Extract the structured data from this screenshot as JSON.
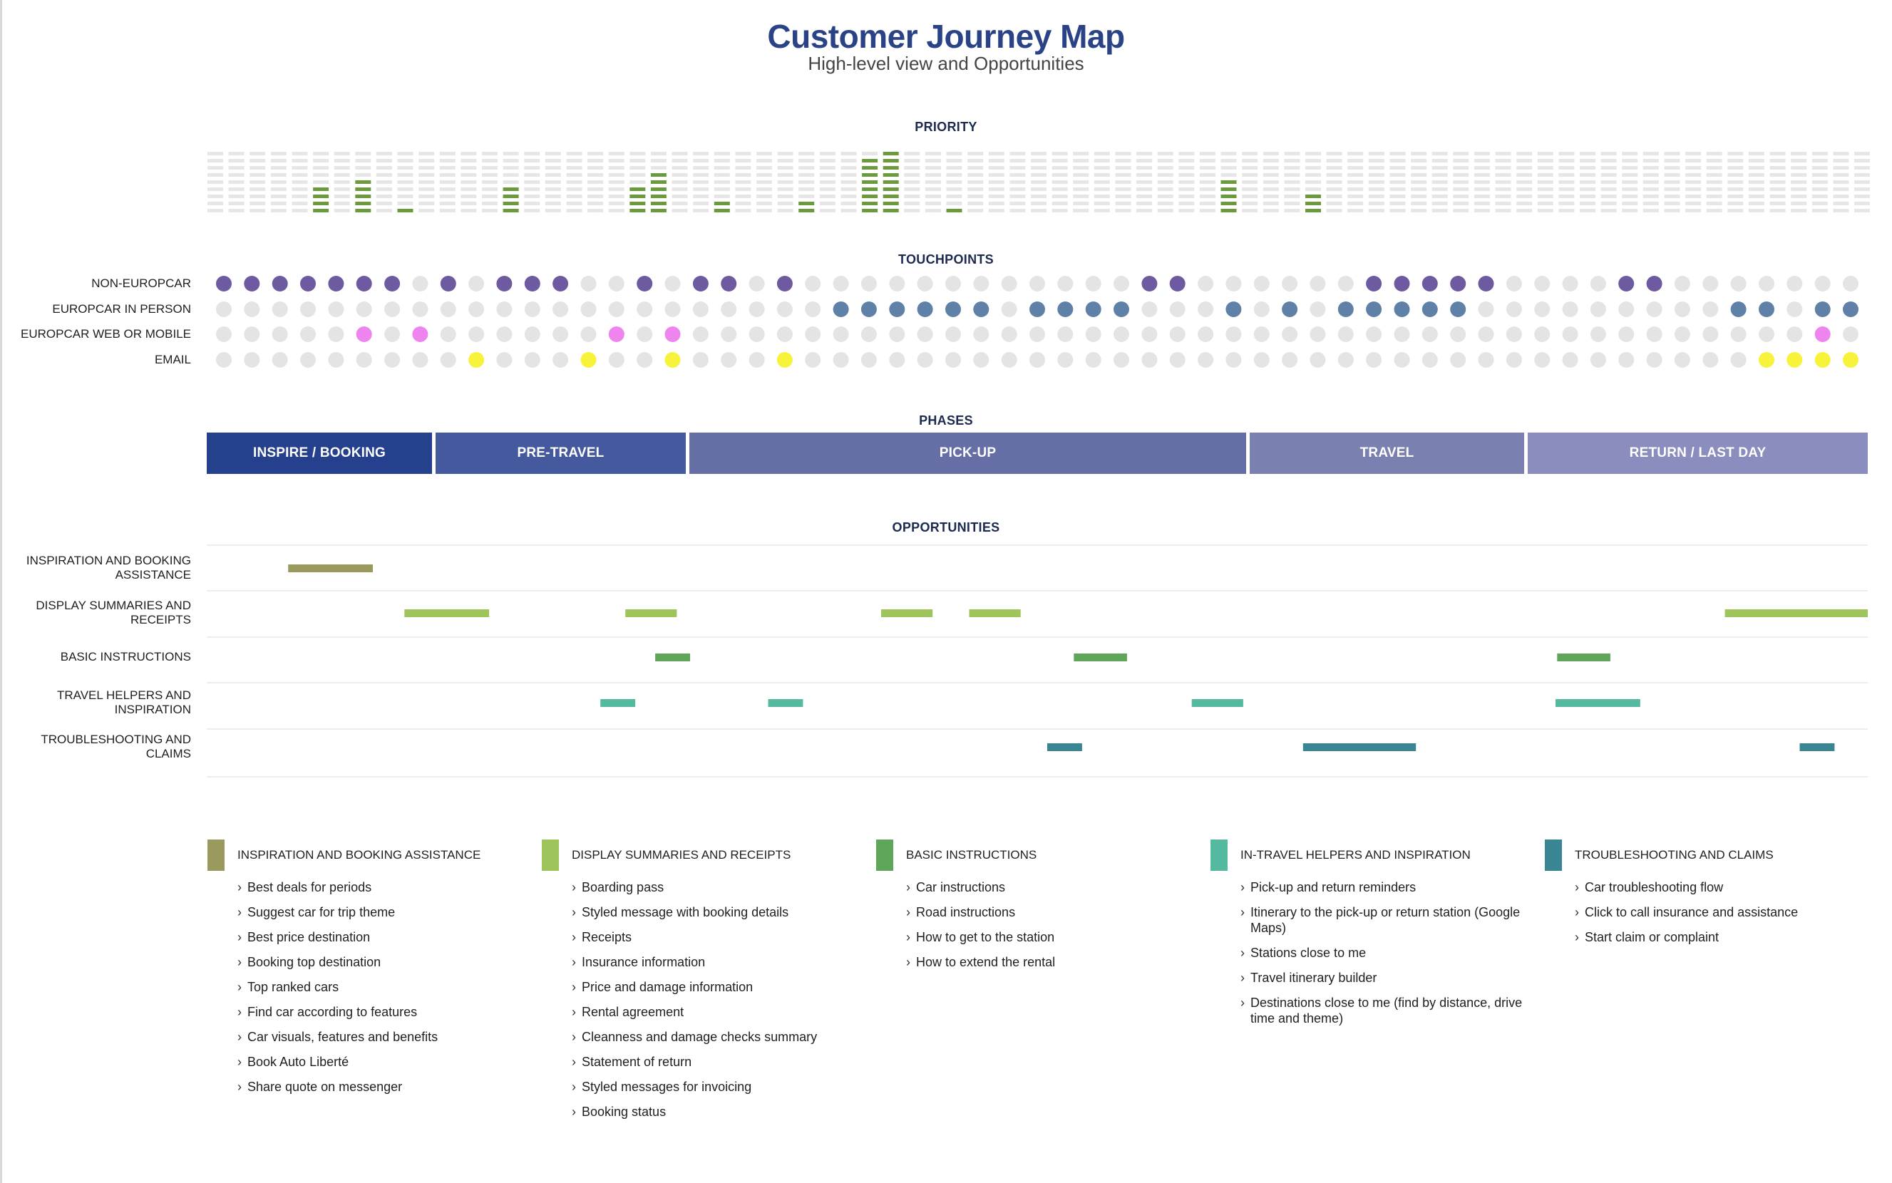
{
  "header": {
    "title": "Customer Journey Map",
    "subtitle": "High-level view and Opportunities"
  },
  "sections": {
    "priority": "PRIORITY",
    "touchpoints": "TOUCHPOINTS",
    "phases": "PHASES",
    "opportunities": "OPPORTUNITIES"
  },
  "colors": {
    "priority_on": "#6a9a3c",
    "priority_off": "#e6e6e6",
    "dot_off": "#e4e4e4",
    "non_europcar": "#6e5aa0",
    "europcar_in_person": "#5f81a8",
    "europcar_web": "#ee84ee",
    "email": "#f7f23a",
    "phase_1": "#25408c",
    "phase_2": "#455a9e",
    "phase_3": "#656fa6",
    "phase_4": "#7a80b0",
    "phase_5": "#8a8dbd",
    "opp_inspiration": "#9b9a5e",
    "opp_display": "#9ec45c",
    "opp_basic": "#5fa55a",
    "opp_travel": "#55b9a0",
    "opp_trouble": "#3a8593"
  },
  "priority": {
    "max_level": 9,
    "levels": [
      0,
      0,
      0,
      0,
      0,
      4,
      0,
      5,
      0,
      1,
      0,
      0,
      0,
      0,
      4,
      0,
      0,
      0,
      0,
      0,
      4,
      6,
      0,
      0,
      2,
      0,
      0,
      0,
      2,
      0,
      0,
      8,
      9,
      0,
      0,
      1,
      0,
      0,
      0,
      0,
      0,
      0,
      0,
      0,
      0,
      0,
      0,
      0,
      5,
      0,
      0,
      0,
      3,
      0,
      0,
      0,
      0,
      0,
      0,
      0,
      0,
      0,
      0,
      0,
      0,
      0,
      0,
      0,
      0,
      0,
      0,
      0,
      0,
      0,
      0,
      0,
      0,
      0,
      0
    ]
  },
  "touchpoints": {
    "columns": 59,
    "rows": [
      {
        "label": "NON-EUROPCAR",
        "color_key": "non_europcar",
        "active": [
          0,
          1,
          2,
          3,
          4,
          5,
          6,
          8,
          10,
          11,
          12,
          15,
          17,
          18,
          20,
          33,
          34,
          41,
          42,
          43,
          44,
          45,
          50,
          51
        ]
      },
      {
        "label": "EUROPCAR IN PERSON",
        "color_key": "europcar_in_person",
        "active": [
          22,
          23,
          24,
          25,
          26,
          27,
          29,
          30,
          31,
          32,
          36,
          38,
          40,
          41,
          42,
          43,
          44,
          54,
          55,
          57,
          58
        ]
      },
      {
        "label": "EUROPCAR WEB  OR MOBILE",
        "color_key": "europcar_web",
        "active": [
          5,
          7,
          14,
          16,
          57
        ]
      },
      {
        "label": "EMAIL",
        "color_key": "email",
        "active": [
          9,
          13,
          16,
          20,
          55,
          56,
          57,
          58
        ]
      }
    ]
  },
  "phases": [
    {
      "label": "INSPIRE / BOOKING",
      "color_key": "phase_1"
    },
    {
      "label": "PRE-TRAVEL",
      "color_key": "phase_2"
    },
    {
      "label": "PICK-UP",
      "color_key": "phase_3"
    },
    {
      "label": "TRAVEL",
      "color_key": "phase_4"
    },
    {
      "label": "RETURN / LAST DAY",
      "color_key": "phase_5"
    }
  ],
  "opportunities": {
    "rows": [
      {
        "label": "INSPIRATION AND BOOKING\nASSISTANCE",
        "color_key": "opp_inspiration",
        "segments": [
          [
            0.049,
            0.1
          ]
        ]
      },
      {
        "label": "DISPLAY SUMMARIES AND\nRECEIPTS",
        "color_key": "opp_display",
        "segments": [
          [
            0.119,
            0.17
          ],
          [
            0.252,
            0.283
          ],
          [
            0.406,
            0.437
          ],
          [
            0.459,
            0.49
          ],
          [
            0.914,
            1.0
          ]
        ]
      },
      {
        "label": "BASIC INSTRUCTIONS",
        "color_key": "opp_basic",
        "segments": [
          [
            0.27,
            0.291
          ],
          [
            0.522,
            0.554
          ],
          [
            0.813,
            0.845
          ]
        ]
      },
      {
        "label": "TRAVEL HELPERS AND\nINSPIRATION",
        "color_key": "opp_travel",
        "segments": [
          [
            0.237,
            0.258
          ],
          [
            0.338,
            0.359
          ],
          [
            0.593,
            0.624
          ],
          [
            0.812,
            0.863
          ]
        ]
      },
      {
        "label": "TROUBLESHOOTING AND\nCLAIMS",
        "color_key": "opp_trouble",
        "segments": [
          [
            0.506,
            0.527
          ],
          [
            0.66,
            0.728
          ],
          [
            0.959,
            0.98
          ]
        ]
      }
    ]
  },
  "legend": [
    {
      "title": "INSPIRATION AND BOOKING ASSISTANCE",
      "color_key": "opp_inspiration",
      "items": [
        "Best deals for periods",
        "Suggest car for trip theme",
        "Best price destination",
        "Booking top destination",
        "Top ranked cars",
        "Find car according to features",
        "Car visuals, features and benefits",
        "Book Auto Liberté",
        "Share quote on messenger"
      ]
    },
    {
      "title": "DISPLAY SUMMARIES AND RECEIPTS",
      "color_key": "opp_display",
      "items": [
        "Boarding pass",
        "Styled message with booking details",
        "Receipts",
        "Insurance information",
        "Price and damage information",
        "Rental agreement",
        "Cleanness and damage checks summary",
        "Statement of return",
        "Styled messages for invoicing",
        "Booking status"
      ]
    },
    {
      "title": "BASIC INSTRUCTIONS",
      "color_key": "opp_basic",
      "items": [
        "Car instructions",
        "Road instructions",
        "How to get to the station",
        "How to extend the rental"
      ]
    },
    {
      "title": "IN-TRAVEL HELPERS AND INSPIRATION",
      "color_key": "opp_travel",
      "items": [
        "Pick-up and return reminders",
        "Itinerary to the pick-up or return station (Google Maps)",
        "Stations close to me",
        "Travel itinerary builder",
        "Destinations close to me (find by distance, drive time and theme)"
      ]
    },
    {
      "title": "TROUBLESHOOTING AND CLAIMS",
      "color_key": "opp_trouble",
      "items": [
        "Car troubleshooting flow",
        "Click to call insurance and assistance",
        "Start claim or complaint"
      ]
    }
  ]
}
